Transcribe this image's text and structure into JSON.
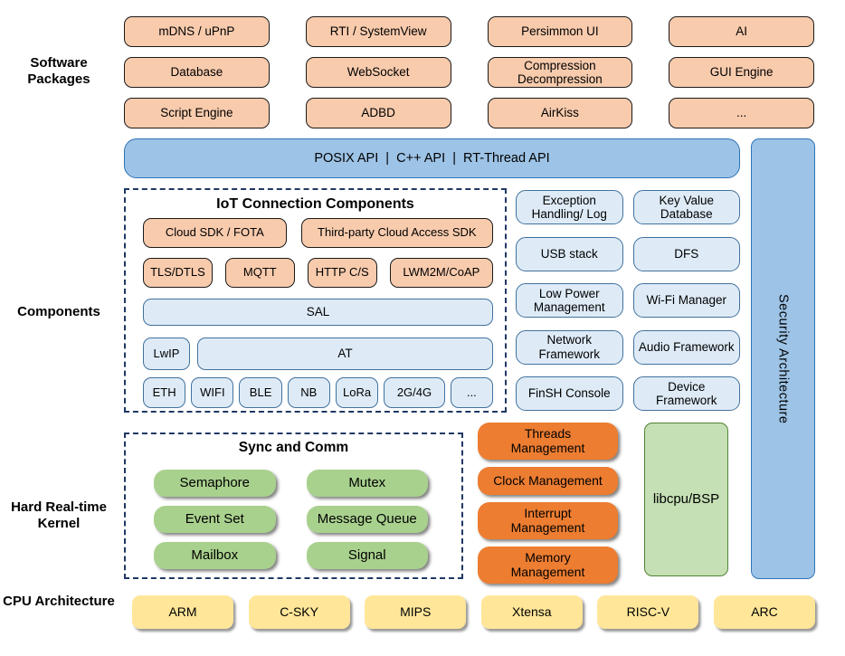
{
  "side_labels": {
    "software_packages": "Software Packages",
    "components": "Components",
    "kernel": "Hard Real-time Kernel",
    "cpu": "CPU Architecture"
  },
  "software_packages": {
    "items": [
      "mDNS / uPnP",
      "RTI / SystemView",
      "Persimmon UI",
      "AI",
      "Database",
      "WebSocket",
      "Compression Decompression",
      "GUI Engine",
      "Script Engine",
      "ADBD",
      "AirKiss",
      "..."
    ]
  },
  "api_bar": {
    "label": "POSIX API  |  C++ API  |  RT-Thread API"
  },
  "security_bar": {
    "label": "Security Architecture"
  },
  "iot_components": {
    "title": "IoT Connection Components",
    "cloud_row": [
      "Cloud SDK / FOTA",
      "Third-party Cloud Access SDK"
    ],
    "protocol_row": [
      "TLS/DTLS",
      "MQTT",
      "HTTP C/S",
      "LWM2M/CoAP"
    ],
    "sal": "SAL",
    "lwip": "LwIP",
    "at": "AT",
    "links": [
      "ETH",
      "WIFI",
      "BLE",
      "NB",
      "LoRa",
      "2G/4G",
      "..."
    ]
  },
  "component_grid": {
    "items": [
      "Exception Handling/ Log",
      "Key Value Database",
      "USB stack",
      "DFS",
      "Low Power Management",
      "Wi-Fi Manager",
      "Network Framework",
      "Audio Framework",
      "FinSH Console",
      "Device Framework"
    ]
  },
  "kernel": {
    "sync_title": "Sync and Comm",
    "sync_items": [
      "Semaphore",
      "Mutex",
      "Event Set",
      "Message Queue",
      "Mailbox",
      "Signal"
    ],
    "management": [
      "Threads Management",
      "Clock Management",
      "Interrupt Management",
      "Memory Management"
    ],
    "libcpu": "libcpu/BSP"
  },
  "cpu_architectures": {
    "items": [
      "ARM",
      "C-SKY",
      "MIPS",
      "Xtensa",
      "RISC-V",
      "ARC"
    ]
  },
  "colors": {
    "package_fill": "#F8CBAD",
    "api_fill": "#9DC3E6",
    "api_border": "#2E74B5",
    "component_fill": "#DEEBF7",
    "component_border": "#41719C",
    "kernel_green": "#A9D18E",
    "management_orange": "#ED7D31",
    "libcpu_green": "#C5E0B4",
    "cpu_yellow": "#FFE699",
    "dashed_border": "#1F3864"
  }
}
